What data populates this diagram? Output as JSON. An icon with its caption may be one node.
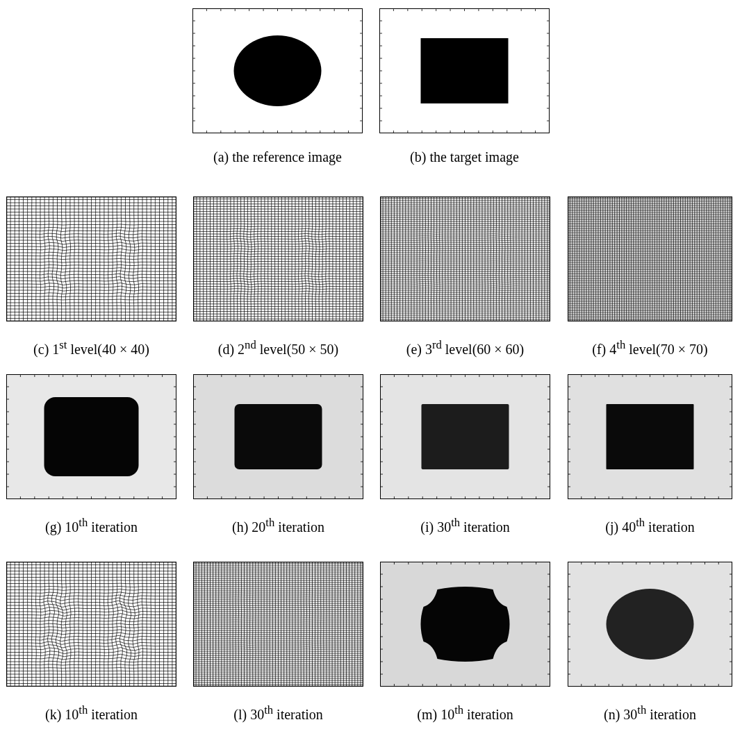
{
  "diagram": {
    "labels": [
      "(a) the reference image",
      "(b) the target image",
      "(c) 1$^{st}$ level(40 × 40)",
      "(d) 2$^{nd}$ level(50 × 50)",
      "(e) 3$^{rd}$ level(60 × 60)",
      "(f) 4$^{th}$ level(70 × 70)",
      "(g) 10$^{th}$ iteration",
      "(h) 20$^{th}$ iteration",
      "(i) 30$^{th}$ iteration",
      "(j) 40$^{th}$ iteration",
      "(k) 10$^{th}$ iteration",
      "(l) 30$^{th}$ iteration",
      "(m) 10$^{th}$ iteration",
      "(n) 30$^{th}$ iteration"
    ]
  }
}
